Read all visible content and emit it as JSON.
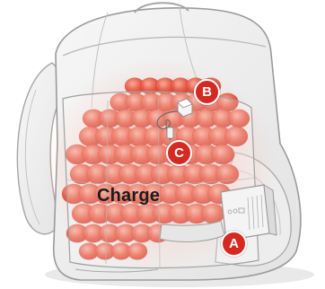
{
  "diagram": {
    "labels": {
      "charge": "Charge"
    },
    "callouts": [
      {
        "id": "A",
        "text": "A"
      },
      {
        "id": "B",
        "text": "B"
      },
      {
        "id": "C",
        "text": "C"
      }
    ],
    "colors": {
      "charge_fill": "#e8553f",
      "callout": "#d52a22",
      "backpack_outline": "#9a9a9a",
      "backpack_fill": "#f1f1f1"
    },
    "icons": [
      "backpack-outline",
      "energy-cells",
      "generator-box",
      "cable",
      "socket-plug"
    ]
  }
}
